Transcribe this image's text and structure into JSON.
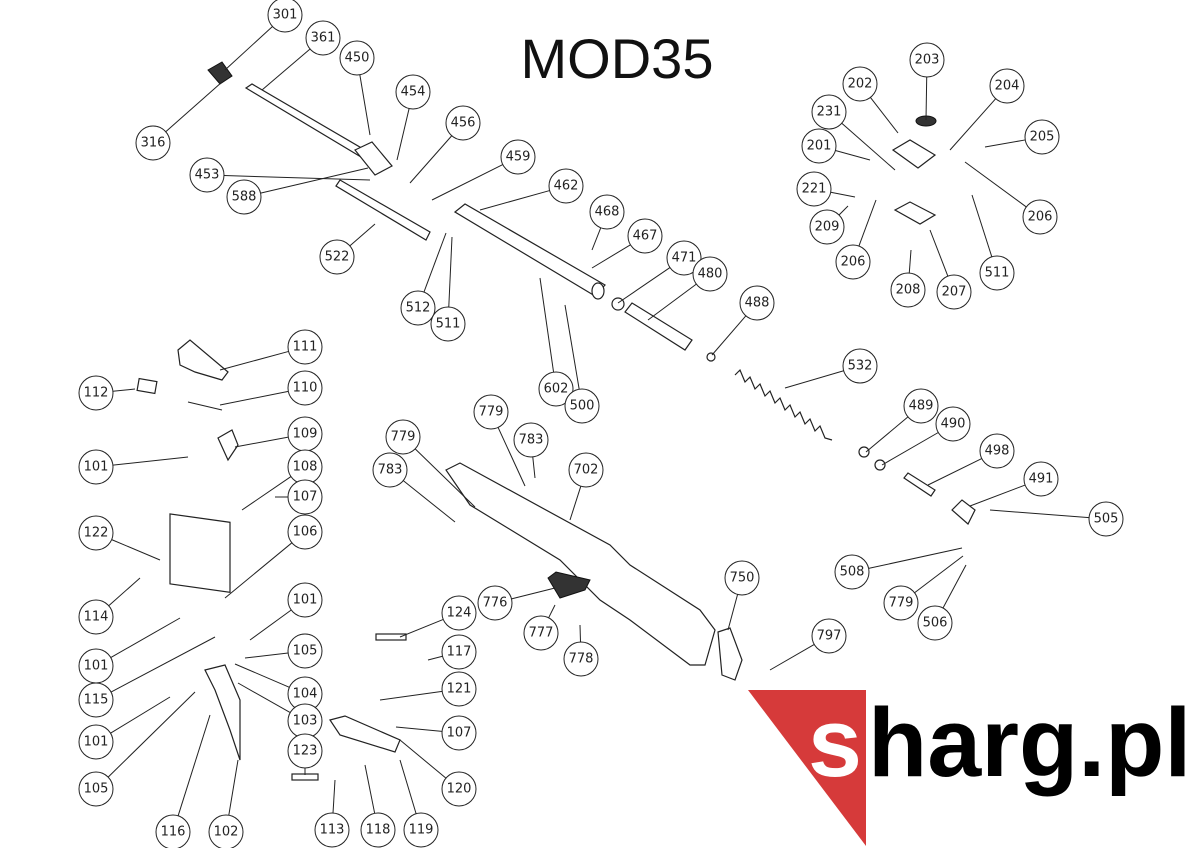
{
  "title": "MOD35",
  "logo": {
    "first": "s",
    "rest": "harg.pl",
    "accent_color": "#d63a3a"
  },
  "callouts": [
    "301",
    "361",
    "450",
    "454",
    "456",
    "459",
    "462",
    "468",
    "467",
    "471",
    "480",
    "488",
    "316",
    "453",
    "588",
    "522",
    "512",
    "511",
    "602",
    "500",
    "532",
    "489",
    "490",
    "498",
    "491",
    "505",
    "508",
    "779",
    "506",
    "203",
    "202",
    "204",
    "231",
    "205",
    "201",
    "221",
    "209",
    "206",
    "206",
    "511",
    "208",
    "207",
    "111",
    "112",
    "110",
    "109",
    "101",
    "108",
    "107",
    "106",
    "122",
    "114",
    "101",
    "101",
    "105",
    "115",
    "104",
    "103",
    "101",
    "105",
    "116",
    "102",
    "124",
    "117",
    "121",
    "107",
    "123",
    "120",
    "113",
    "118",
    "119",
    "779",
    "783",
    "779",
    "783",
    "702",
    "776",
    "777",
    "778",
    "750",
    "797"
  ]
}
